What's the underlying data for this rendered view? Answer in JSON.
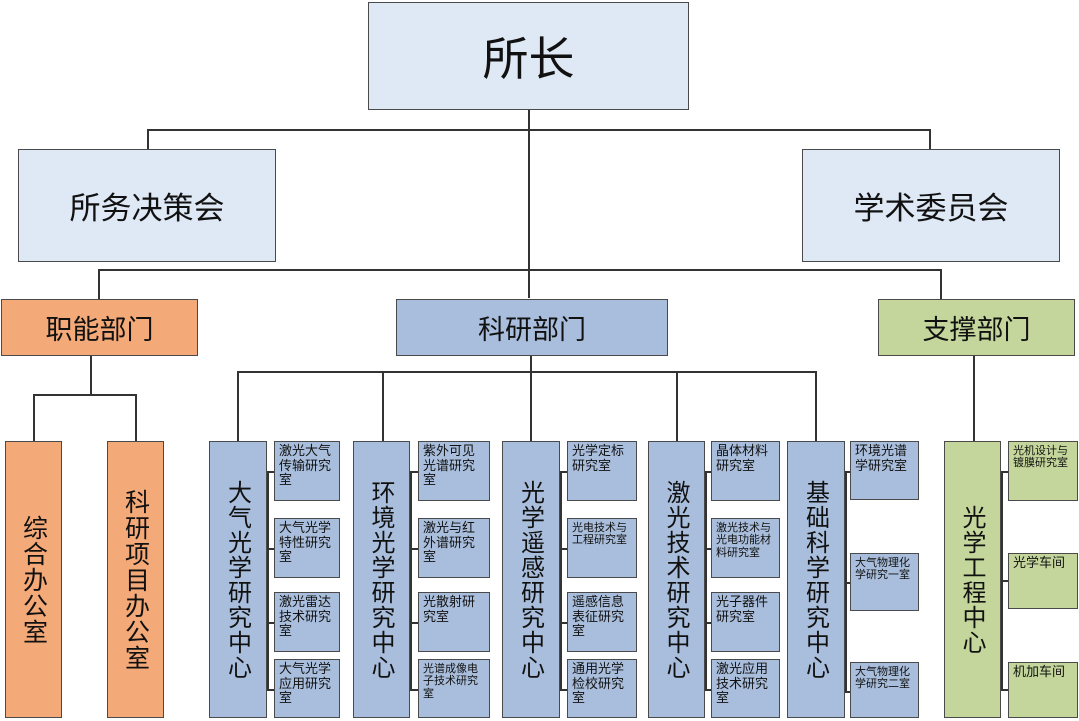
{
  "director": "所长",
  "councils": {
    "left": "所务决策会",
    "right": "学术委员会"
  },
  "departments": {
    "functional": "职能部门",
    "research": "科研部门",
    "support": "支撑部门"
  },
  "functional_offices": [
    "综合办公室",
    "科研项目办公室"
  ],
  "research_centers": [
    {
      "name": "大气光学研究中心",
      "labs": [
        "激光大气传输研究室",
        "大气光学特性研究室",
        "激光雷达技术研究室",
        "大气光学应用研究室"
      ]
    },
    {
      "name": "环境光学研究中心",
      "labs": [
        "紫外可见光谱研究室",
        "激光与红外谱研究室",
        "光散射研究室",
        "光谱成像电子技术研究室"
      ]
    },
    {
      "name": "光学遥感研究中心",
      "labs": [
        "光学定标研究室",
        "光电技术与工程研究室",
        "遥感信息表征研究室",
        "通用光学检校研究室"
      ]
    },
    {
      "name": "激光技术研究中心",
      "labs": [
        "晶体材料研究室",
        "激光技术与光电功能材料研究室",
        "光子器件研究室",
        "激光应用技术研究室"
      ]
    },
    {
      "name": "基础科学研究中心",
      "labs": [
        "环境光谱学研究室",
        "大气物理化学研究一室",
        "大气物理化学研究二室"
      ]
    }
  ],
  "support_center": {
    "name": "光学工程中心",
    "units": [
      "光机设计与镀膜研究室",
      "光学车间",
      "机加车间"
    ]
  }
}
